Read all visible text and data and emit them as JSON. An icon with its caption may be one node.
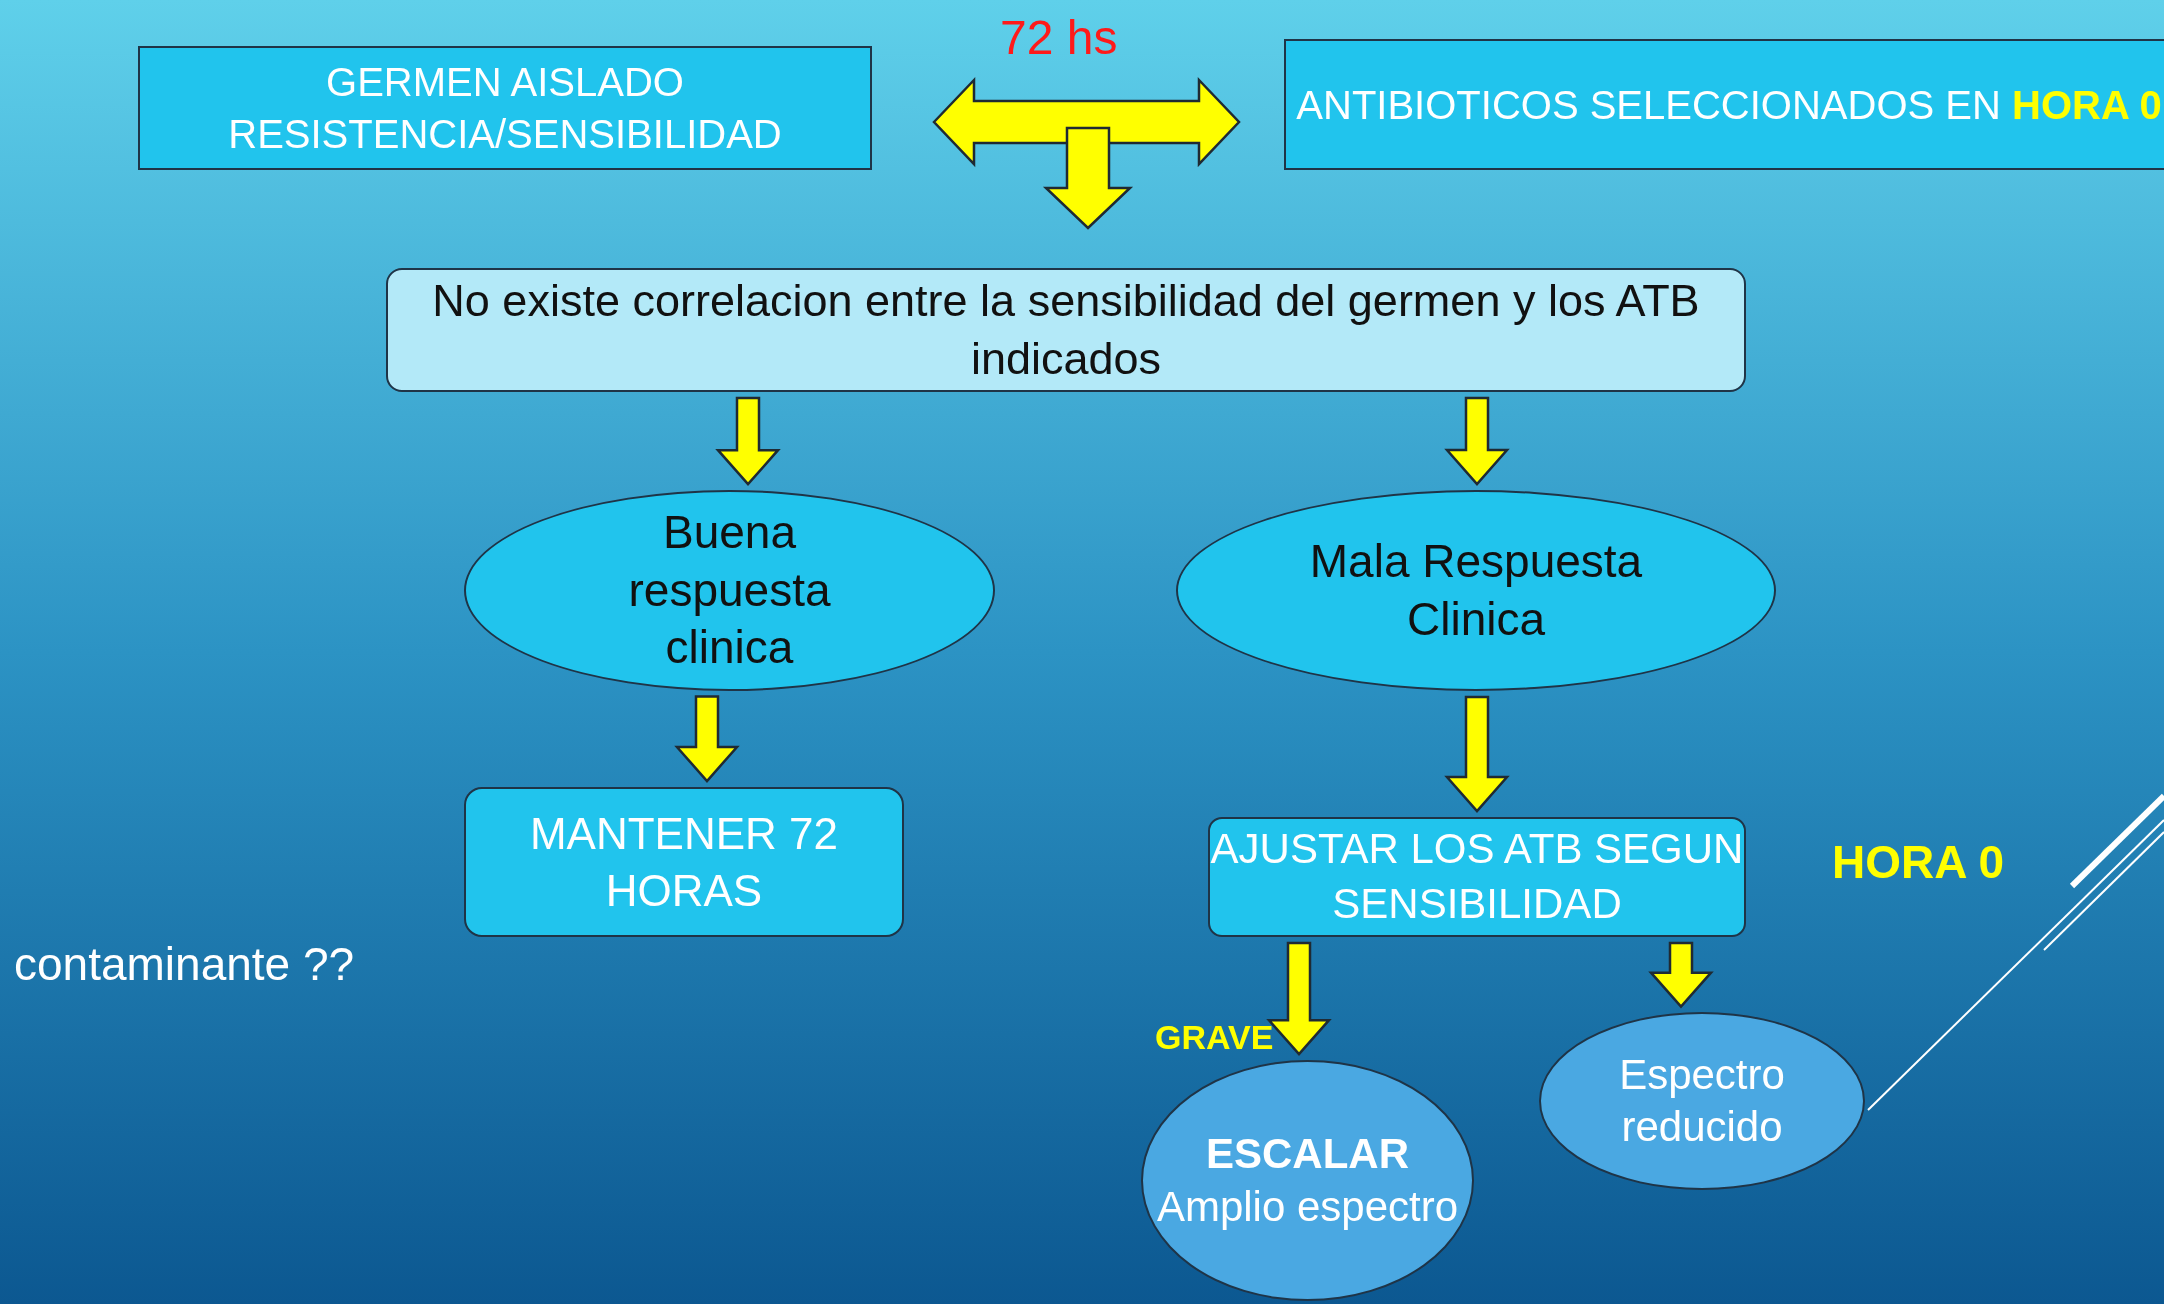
{
  "diagram": {
    "nodes": [
      {
        "text": [
          "GERMEN AISLADO RESISTENCIA/SENSIBILIDAD"
        ]
      },
      {
        "text": [
          "ANTIBIOTICOS SELECCIONADOS EN **HORA  0**"
        ]
      },
      {
        "text": [
          "No existe correlacion entre la sensibilidad del germen y los ATB indicados"
        ]
      },
      {
        "text": [
          "Buena respuesta clinica"
        ]
      },
      {
        "text": [
          "Mala Respuesta Clinica"
        ]
      },
      {
        "text": [
          "MANTENER 72  HORAS"
        ]
      },
      {
        "text": [
          "AJUSTAR LOS ATB SEGUN SENSIBILIDAD"
        ]
      },
      {
        "text": [
          "ESCALAR",
          "Amplio espectro"
        ]
      },
      {
        "text": [
          "Espectro reducido"
        ]
      }
    ],
    "edges": [
      {
        "from": 0,
        "to": 1,
        "arrow": "both",
        "label": "72 hs"
      },
      {
        "from": null,
        "to": 2,
        "arrow": "to"
      },
      {
        "from": 2,
        "to": 3,
        "arrow": "to"
      },
      {
        "from": 2,
        "to": 4,
        "arrow": "to"
      },
      {
        "from": 3,
        "to": 5,
        "arrow": "to"
      },
      {
        "from": 4,
        "to": 6,
        "arrow": "to"
      },
      {
        "from": 6,
        "to": 7,
        "arrow": "to",
        "label": "GRAVE"
      },
      {
        "from": 6,
        "to": 8,
        "arrow": "to"
      }
    ],
    "labels": [
      "HORA  0",
      "contaminante ??"
    ]
  }
}
